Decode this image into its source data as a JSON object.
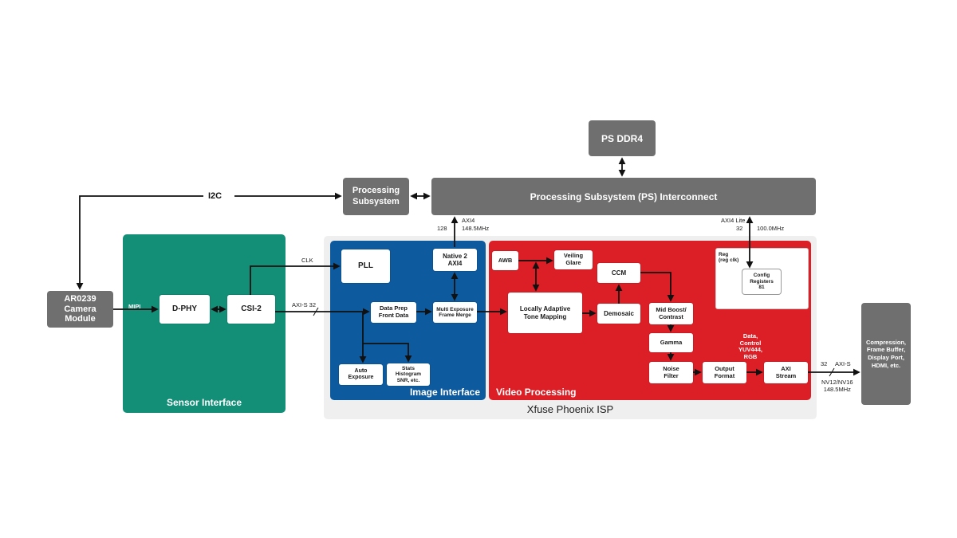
{
  "external": {
    "ps_ddr4": "PS DDR4",
    "ps_interconnect": "Processing Subsystem (PS) Interconnect",
    "processing_subsystem": "Processing\nSubsystem",
    "camera": "AR0239\nCamera\nModule",
    "output_box": "Compression,\nFrame Buffer,\nDisplay Port,\nHDMI, etc."
  },
  "sensor_interface": {
    "title": "Sensor Interface",
    "dphy": "D-PHY",
    "csi2": "CSI-2"
  },
  "isp": {
    "title": "Xfuse Phoenix ISP"
  },
  "image_interface": {
    "title": "Image Interface",
    "pll": "PLL",
    "native2": "Native 2\nAXI4",
    "data_prep": "Data Prep\nFront Data",
    "multi_exposure": "Multi Exposure\nFrame Merge",
    "auto_exposure": "Auto\nExposure",
    "stats": "Stats\nHistogram\nSNR, etc."
  },
  "video_processing": {
    "title": "Video Processing",
    "awb": "AWB",
    "veiling_glare": "Veiling\nGlare",
    "ccm": "CCM",
    "tone_mapping": "Locally Adaptive\nTone Mapping",
    "demosaic": "Demosaic",
    "mid_boost": "Mid Boost/\nContrast",
    "gamma": "Gamma",
    "noise_filter": "Noise\nFilter",
    "output_format": "Output\nFormat",
    "axi_stream": "AXI\nStream",
    "reg": "Reg\n(reg clk)",
    "config_registers": "Config\nRegisters\n81"
  },
  "labels": {
    "i2c": "I2C",
    "mipi": "MIPI",
    "clk": "CLK",
    "axis32": "AXI-S 32",
    "axi4": "AXI4",
    "w128": "128",
    "freq1": "148.5MHz",
    "axi4lite": "AXI4 Lite",
    "w32": "32",
    "freq2": "100.0MHz",
    "data_control": "Data,\nControl\nYUV444,\nRGB",
    "w32b": "32",
    "axis": "AXI-S",
    "nv": "NV12/NV16\n148.5MHz"
  },
  "colors": {
    "grey": "#6f6f6f",
    "sensor_green": "#138e77",
    "image_blue": "#0d5a9e",
    "video_red": "#dc1f26",
    "isp_bg": "#efefef"
  }
}
